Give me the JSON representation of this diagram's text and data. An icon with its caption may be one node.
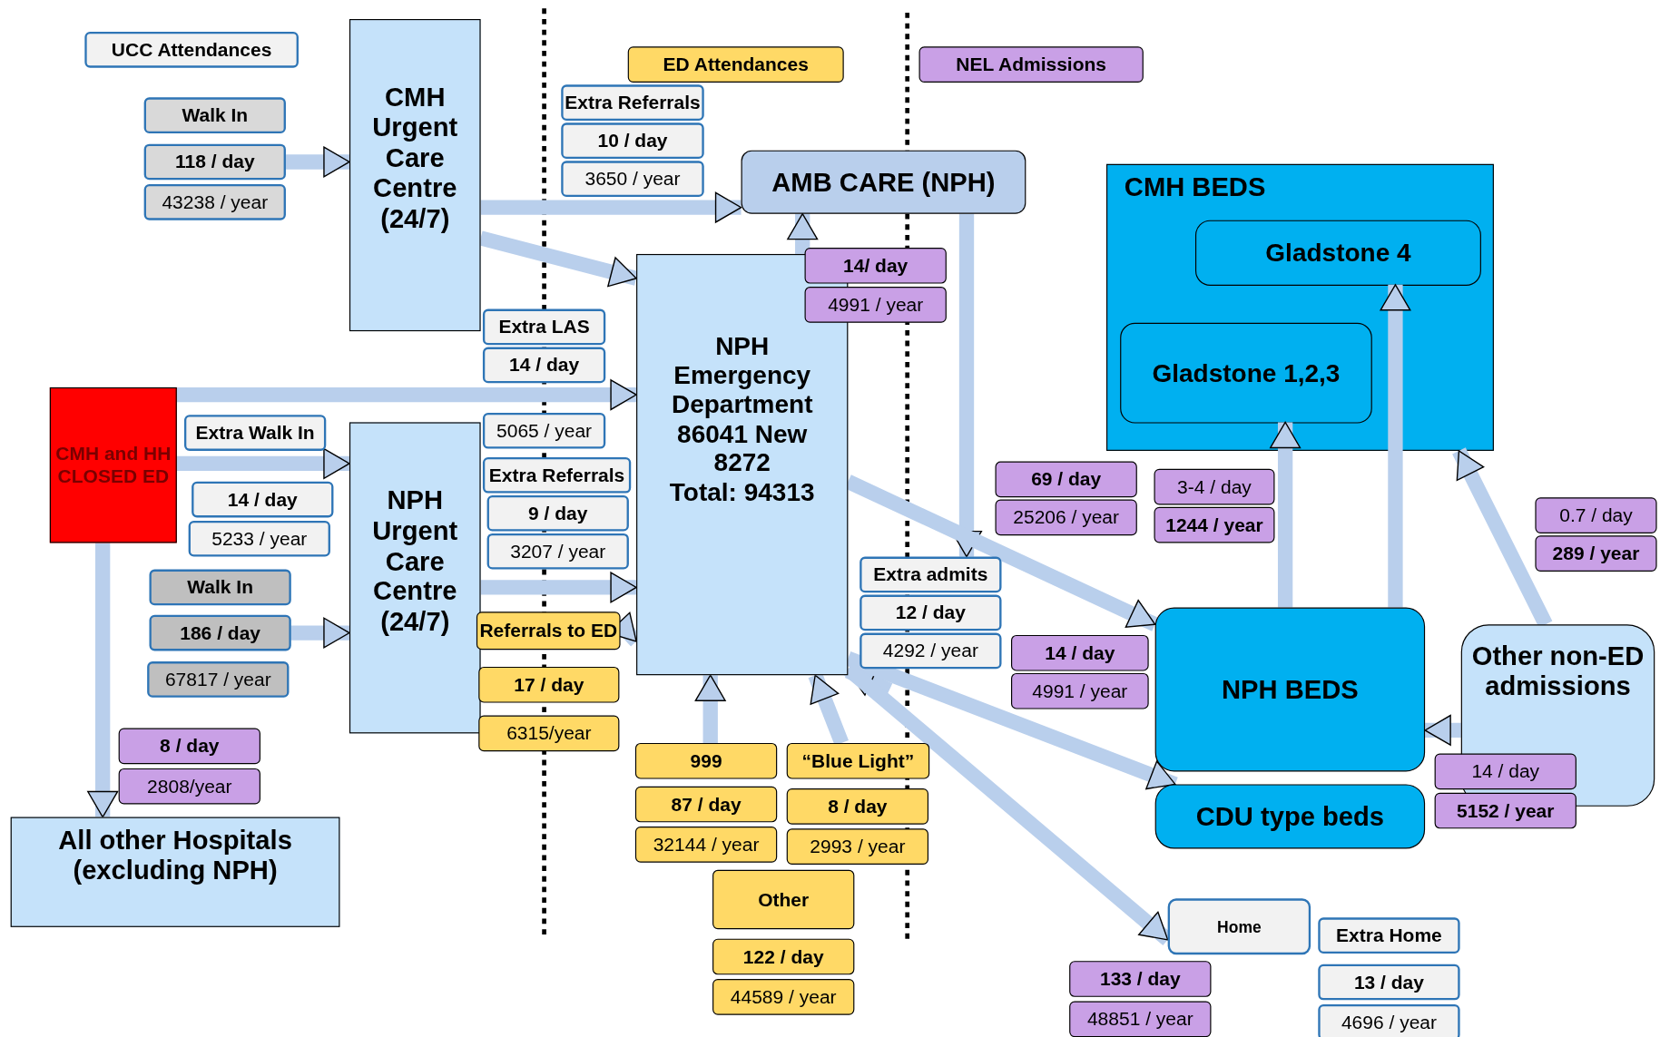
{
  "diagram": {
    "nodes": [
      {
        "text": [
          "UCC Attendances"
        ]
      },
      {
        "text": [
          "ED Attendances"
        ]
      },
      {
        "text": [
          "NEL Admissions"
        ]
      },
      {
        "text": [
          "CMH Urgent Care Centre (24/7)"
        ]
      },
      {
        "text": [
          "Walk In"
        ]
      },
      {
        "text": [
          "118 / day"
        ]
      },
      {
        "text": [
          "43238 / year"
        ]
      },
      {
        "text": [
          "Extra Referrals"
        ]
      },
      {
        "text": [
          "10 / day"
        ]
      },
      {
        "text": [
          "3650 / year"
        ]
      },
      {
        "text": [
          "AMB CARE (NPH)"
        ]
      },
      {
        "text": [
          "NPH Emergency Department",
          "86041 New 8272",
          "Total: 94313"
        ]
      },
      {
        "text": [
          "14/ day"
        ]
      },
      {
        "text": [
          "4991 / year"
        ]
      },
      {
        "text": [
          "CMH BEDS"
        ]
      },
      {
        "text": [
          "Gladstone 4"
        ],
        "in": 14
      },
      {
        "text": [
          "Gladstone 1,2,3"
        ],
        "in": 14
      },
      {
        "text": [
          "Extra LAS"
        ]
      },
      {
        "text": [
          "14 / day"
        ]
      },
      {
        "text": [
          "5065 / year"
        ]
      },
      {
        "text": [
          "CMH and HH CLOSED ED"
        ]
      },
      {
        "text": [
          "Extra Walk In"
        ]
      },
      {
        "text": [
          "14 / day"
        ]
      },
      {
        "text": [
          "5233 / year"
        ]
      },
      {
        "text": [
          "NPH Urgent Care Centre (24/7)"
        ]
      },
      {
        "text": [
          "Extra Referrals"
        ]
      },
      {
        "text": [
          "9 / day"
        ]
      },
      {
        "text": [
          "3207 / year"
        ]
      },
      {
        "text": [
          "Walk In"
        ]
      },
      {
        "text": [
          "186 / day"
        ]
      },
      {
        "text": [
          "67817 / year"
        ]
      },
      {
        "text": [
          "Referrals to ED"
        ]
      },
      {
        "text": [
          "17 / day"
        ]
      },
      {
        "text": [
          "6315/year"
        ]
      },
      {
        "text": [
          "8 / day"
        ]
      },
      {
        "text": [
          "2808/year"
        ]
      },
      {
        "text": [
          "All other Hospitals (excluding NPH)"
        ]
      },
      {
        "text": [
          "999"
        ]
      },
      {
        "text": [
          "87 / day"
        ]
      },
      {
        "text": [
          "32144 / year"
        ]
      },
      {
        "text": [
          "“Blue Light”"
        ]
      },
      {
        "text": [
          "8 / day"
        ]
      },
      {
        "text": [
          "2993 / year"
        ]
      },
      {
        "text": [
          "Other"
        ]
      },
      {
        "text": [
          "122 / day"
        ]
      },
      {
        "text": [
          "44589 / year"
        ]
      },
      {
        "text": [
          "Extra admits"
        ]
      },
      {
        "text": [
          "12 / day"
        ]
      },
      {
        "text": [
          "4292 / year"
        ]
      },
      {
        "text": [
          "69 / day"
        ]
      },
      {
        "text": [
          "25206 / year"
        ]
      },
      {
        "text": [
          "3-4 / day"
        ]
      },
      {
        "text": [
          "1244 / year"
        ]
      },
      {
        "text": [
          "0.7 / day"
        ]
      },
      {
        "text": [
          "289 / year"
        ]
      },
      {
        "text": [
          "NPH BEDS"
        ]
      },
      {
        "text": [
          "Other non-ED admissions"
        ]
      },
      {
        "text": [
          "14 / day"
        ]
      },
      {
        "text": [
          "4991 / year"
        ]
      },
      {
        "text": [
          "CDU type beds"
        ]
      },
      {
        "text": [
          "14 / day"
        ]
      },
      {
        "text": [
          "5152 / year"
        ]
      },
      {
        "text": [
          "Home"
        ]
      },
      {
        "text": [
          "Extra Home"
        ]
      },
      {
        "text": [
          "133 / day"
        ]
      },
      {
        "text": [
          "48851 / year"
        ]
      },
      {
        "text": [
          "13 / day"
        ]
      },
      {
        "text": [
          "4696 / year"
        ]
      }
    ],
    "edges": [
      {
        "from": 5,
        "to": 3,
        "arrow": "to"
      },
      {
        "from": 3,
        "to": 10,
        "arrow": "to"
      },
      {
        "from": 3,
        "to": 11,
        "arrow": "to"
      },
      {
        "from": 11,
        "to": 10,
        "arrow": "to"
      },
      {
        "from": 10,
        "to": 46,
        "arrow": "to"
      },
      {
        "from": 20,
        "to": 11,
        "arrow": "to"
      },
      {
        "from": 20,
        "to": 24,
        "arrow": "to"
      },
      {
        "from": 20,
        "to": 36,
        "arrow": "to"
      },
      {
        "from": 29,
        "to": 24,
        "arrow": "to"
      },
      {
        "from": 24,
        "to": 11,
        "arrow": "to"
      },
      {
        "from": 31,
        "to": 11,
        "arrow": "to"
      },
      {
        "from": 37,
        "to": 11,
        "arrow": "to"
      },
      {
        "from": 40,
        "to": 11,
        "arrow": "to"
      },
      {
        "from": 11,
        "to": 55,
        "arrow": "to"
      },
      {
        "from": null,
        "to": 11,
        "arrow": "to"
      },
      {
        "from": 11,
        "to": 59,
        "arrow": "to"
      },
      {
        "from": 11,
        "to": 62,
        "arrow": "to"
      },
      {
        "from": 55,
        "to": 16,
        "arrow": "to"
      },
      {
        "from": 55,
        "to": 15,
        "arrow": "to"
      },
      {
        "from": 56,
        "to": 14,
        "arrow": "to"
      },
      {
        "from": 56,
        "to": 55,
        "arrow": "to"
      }
    ]
  }
}
